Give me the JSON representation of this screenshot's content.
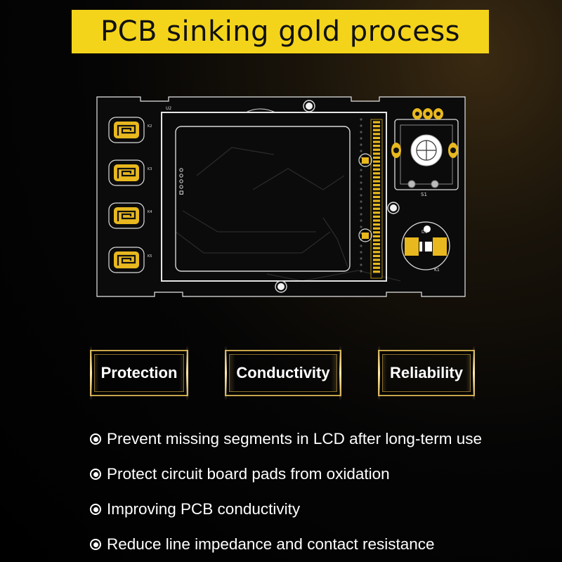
{
  "title": "PCB sinking gold process",
  "pcb": {
    "silkscreen": [
      "U2",
      "K2",
      "K3",
      "K4",
      "K5",
      "S1",
      "D1",
      "K1"
    ]
  },
  "badges": [
    {
      "label": "Protection"
    },
    {
      "label": "Conductivity"
    },
    {
      "label": "Reliability"
    }
  ],
  "bullets": [
    "Prevent missing segments in LCD after long-term use",
    "Protect circuit board pads from oxidation",
    "Improving PCB conductivity",
    "Reduce line impedance and contact resistance"
  ],
  "colors": {
    "accent": "#f4d41a",
    "gold": "#e8b81e",
    "board": "#0a0a0a"
  }
}
